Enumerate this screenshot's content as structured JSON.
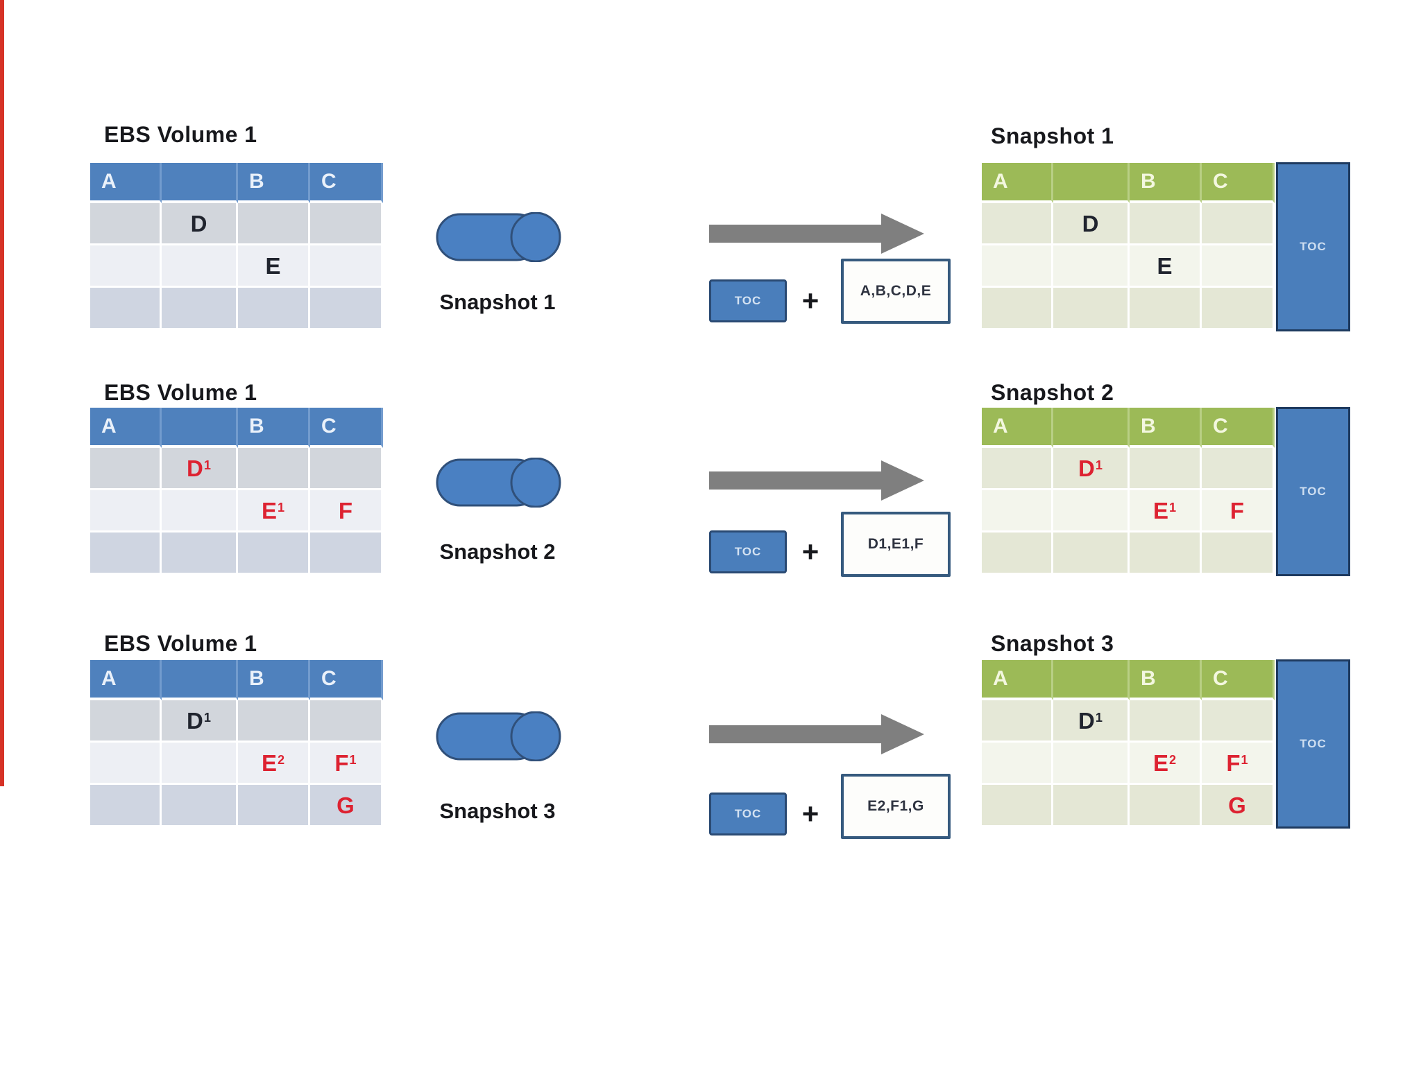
{
  "colors": {
    "volume_header_blue": "#4f81bd",
    "snapshot_header_green": "#9cba57",
    "toc_blue": "#4a7ebb",
    "toc_border_navy": "#1e3a5f",
    "arrow_gray": "#7f7f7f",
    "changed_block_red": "#dd2231",
    "text_dark": "#20242e"
  },
  "groups": [
    {
      "volume_title": "EBS Volume 1",
      "volume_table": {
        "header": [
          "A",
          "",
          "B",
          "C"
        ],
        "rows": [
          [
            null,
            {
              "t": "D",
              "c": "dark"
            },
            null,
            null
          ],
          [
            null,
            null,
            {
              "t": "E",
              "c": "dark"
            },
            null
          ],
          [
            null,
            null,
            null,
            null
          ]
        ]
      },
      "cylinder_label": "Snapshot 1",
      "toc_chip_label": "TOC",
      "plus_sign": "+",
      "delta_list": "A,B,C,D,E",
      "snapshot_title": "Snapshot 1",
      "snapshot_table": {
        "header": [
          "A",
          "",
          "B",
          "C"
        ],
        "rows": [
          [
            null,
            {
              "t": "D",
              "c": "dark"
            },
            null,
            null
          ],
          [
            null,
            null,
            {
              "t": "E",
              "c": "dark"
            },
            null
          ],
          [
            null,
            null,
            null,
            null
          ]
        ]
      },
      "snapshot_toc_label": "TOC"
    },
    {
      "volume_title": "EBS Volume 1",
      "volume_table": {
        "header": [
          "A",
          "",
          "B",
          "C"
        ],
        "rows": [
          [
            null,
            {
              "t": "D",
              "s": "1",
              "c": "red"
            },
            null,
            null
          ],
          [
            null,
            null,
            {
              "t": "E",
              "s": "1",
              "c": "red"
            },
            {
              "t": "F",
              "c": "red"
            }
          ],
          [
            null,
            null,
            null,
            null
          ]
        ]
      },
      "cylinder_label": "Snapshot 2",
      "toc_chip_label": "TOC",
      "plus_sign": "+",
      "delta_list": "D1,E1,F",
      "snapshot_title": "Snapshot 2",
      "snapshot_table": {
        "header": [
          "A",
          "",
          "B",
          "C"
        ],
        "rows": [
          [
            null,
            {
              "t": "D",
              "s": "1",
              "c": "red"
            },
            null,
            null
          ],
          [
            null,
            null,
            {
              "t": "E",
              "s": "1",
              "c": "red"
            },
            {
              "t": "F",
              "c": "red"
            }
          ],
          [
            null,
            null,
            null,
            null
          ]
        ]
      },
      "snapshot_toc_label": "TOC"
    },
    {
      "volume_title": "EBS Volume 1",
      "volume_table": {
        "header": [
          "A",
          "",
          "B",
          "C"
        ],
        "rows": [
          [
            null,
            {
              "t": "D",
              "s": "1",
              "c": "dark"
            },
            null,
            null
          ],
          [
            null,
            null,
            {
              "t": "E",
              "s": "2",
              "c": "red"
            },
            {
              "t": "F",
              "s": "1",
              "c": "red"
            }
          ],
          [
            null,
            null,
            null,
            {
              "t": "G",
              "c": "red"
            }
          ]
        ]
      },
      "cylinder_label": "Snapshot 3",
      "toc_chip_label": "TOC",
      "plus_sign": "+",
      "delta_list": "E2,F1,G",
      "snapshot_title": "Snapshot 3",
      "snapshot_table": {
        "header": [
          "A",
          "",
          "B",
          "C"
        ],
        "rows": [
          [
            null,
            {
              "t": "D",
              "s": "1",
              "c": "dark"
            },
            null,
            null
          ],
          [
            null,
            null,
            {
              "t": "E",
              "s": "2",
              "c": "red"
            },
            {
              "t": "F",
              "s": "1",
              "c": "red"
            }
          ],
          [
            null,
            null,
            null,
            {
              "t": "G",
              "c": "red"
            }
          ]
        ]
      },
      "snapshot_toc_label": "TOC"
    }
  ]
}
